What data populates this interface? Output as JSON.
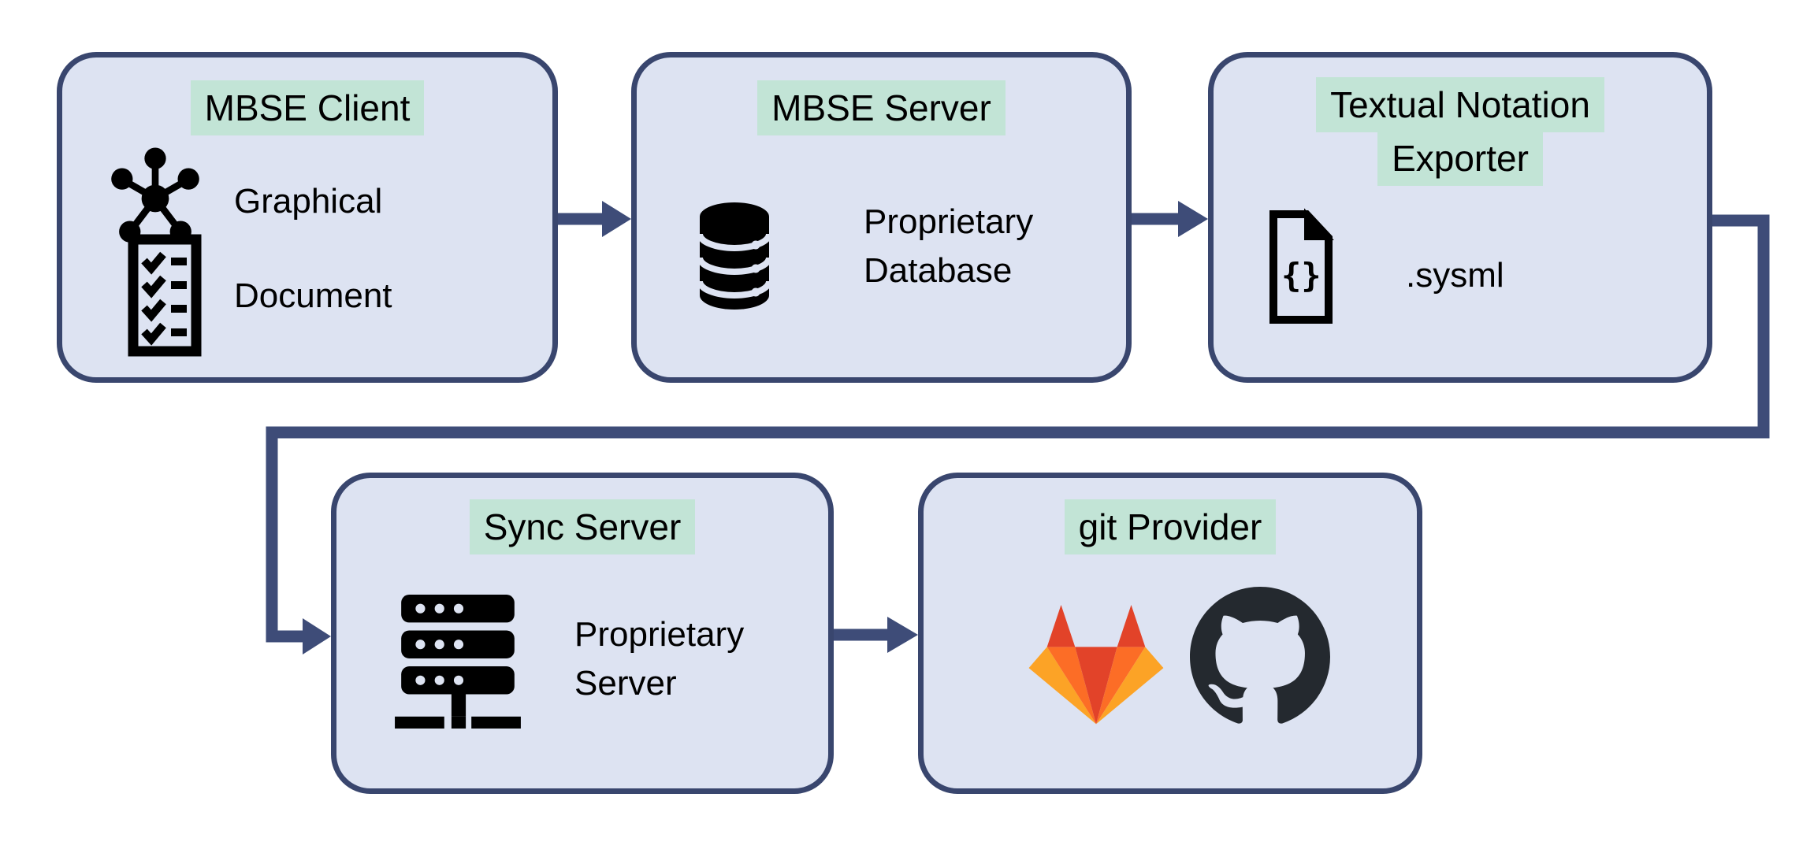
{
  "palette": {
    "background": "#ffffff",
    "node_fill": "#dde3f2",
    "node_border": "#39466e",
    "connector": "#3e4c78",
    "title_highlight": "#c2e4d6",
    "text": "#000000",
    "icon_black": "#000000",
    "gitlab_red": "#e24329",
    "gitlab_orange": "#fc6d26",
    "gitlab_amber": "#fca326",
    "github_dark": "#24292f"
  },
  "nodes": [
    {
      "id": "mbse-client",
      "title": "MBSE Client",
      "items": [
        {
          "icon": "graph-network-icon",
          "label": "Graphical"
        },
        {
          "icon": "checklist-document-icon",
          "label": "Document"
        }
      ]
    },
    {
      "id": "mbse-server",
      "title": "MBSE Server",
      "items": [
        {
          "icon": "database-icon",
          "label": "Proprietary Database"
        }
      ]
    },
    {
      "id": "textual-notation-exporter",
      "title_lines": [
        "Textual Notation",
        "Exporter"
      ],
      "items": [
        {
          "icon": "code-file-icon",
          "label": ".sysml"
        }
      ]
    },
    {
      "id": "sync-server",
      "title": "Sync Server",
      "items": [
        {
          "icon": "server-rack-icon",
          "label": "Proprietary Server"
        }
      ]
    },
    {
      "id": "git-provider",
      "title": "git Provider",
      "items": [
        {
          "icon": "gitlab-logo",
          "label": ""
        },
        {
          "icon": "github-logo",
          "label": ""
        }
      ]
    }
  ],
  "connections": [
    {
      "from": "MBSE Client",
      "to": "MBSE Server",
      "style": "straight-arrow"
    },
    {
      "from": "MBSE Server",
      "to": "Textual Notation Exporter",
      "style": "straight-arrow"
    },
    {
      "from": "Textual Notation Exporter",
      "to": "Sync Server",
      "style": "elbow-arrow"
    },
    {
      "from": "Sync Server",
      "to": "git Provider",
      "style": "straight-arrow"
    }
  ]
}
